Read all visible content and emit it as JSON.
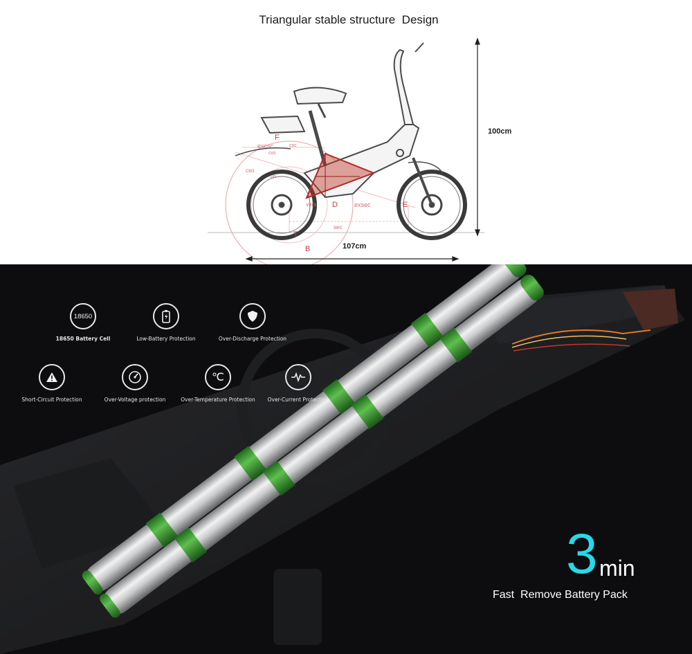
{
  "header": {
    "title": "Triangular stable structure  Design",
    "height_label": "100cm",
    "length_label": "107cm"
  },
  "diagram_letters": {
    "f": "F",
    "d": "D",
    "e": "E",
    "b": "B",
    "t": "T",
    "notes": [
      "excsc",
      "cso",
      "exsec",
      "sec",
      "csc",
      "sin",
      "vers",
      "cvs"
    ]
  },
  "features": [
    {
      "icon": "18650-icon",
      "icon_text": "18650",
      "label": "18650 Battery Cell"
    },
    {
      "icon": "low-battery-icon",
      "label": "Low-Battery Protection"
    },
    {
      "icon": "shield-icon",
      "label": "Over-Discharge Protection"
    },
    {
      "icon": "warning-icon",
      "label": "Short-Circuit Protection"
    },
    {
      "icon": "gauge-icon",
      "label": "Over-Voltage protection"
    },
    {
      "icon": "celsius-icon",
      "icon_text": "℃",
      "label": "Over-Temperature Protection"
    },
    {
      "icon": "pulse-icon",
      "label": "Over-Current Protection"
    }
  ],
  "promo": {
    "number": "3",
    "unit": "min",
    "caption": "Fast  Remove Battery Pack"
  },
  "colors": {
    "accent_cyan": "#28d8e8",
    "cell_green": "#2f8f2a",
    "diagram_red": "#c0392b",
    "dark_bg": "#0d0d0f"
  }
}
